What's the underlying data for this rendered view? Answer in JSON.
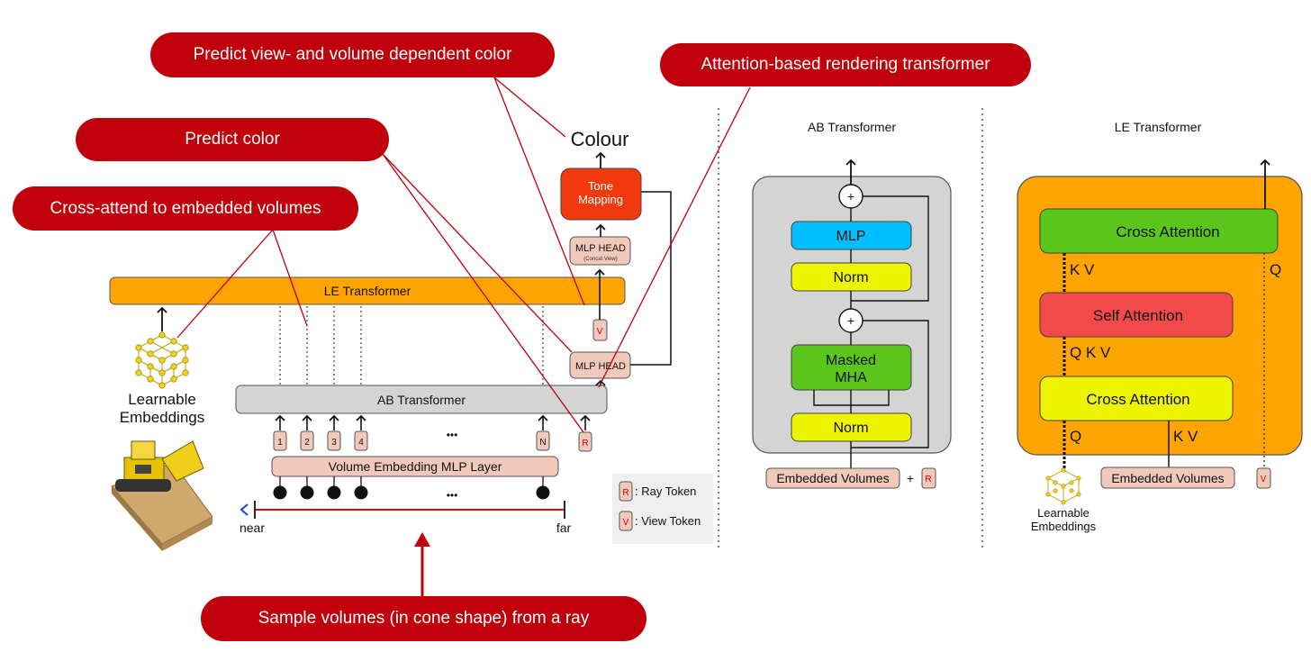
{
  "callouts": {
    "view_volume_color": "Predict view- and volume dependent color",
    "attention_rendering": "Attention-based rendering transformer",
    "predict_color": "Predict color",
    "cross_attend": "Cross-attend to embedded volumes",
    "sample_volumes": "Sample volumes (in cone shape) from a ray"
  },
  "pipeline": {
    "colour": "Colour",
    "tone_mapping": [
      "Tone",
      "Mapping"
    ],
    "mlp_head_top": "MLP HEAD",
    "mlp_head_top_sub": "(Concat View)",
    "mlp_head_bottom": "MLP HEAD",
    "le_transformer": "LE Transformer",
    "ab_transformer": "AB Transformer",
    "learnable_embeddings": [
      "Learnable",
      "Embeddings"
    ],
    "volume_embedding_layer": "Volume Embedding MLP Layer",
    "tokens": [
      "1",
      "2",
      "3",
      "4",
      "N"
    ],
    "ellipsis": "•••",
    "ray_token_letter": "R",
    "view_token_letter": "V",
    "near": "near",
    "far": "far"
  },
  "legend": {
    "ray_token": ": Ray Token",
    "view_token": ": View Token",
    "ray_letter": "R",
    "view_letter": "V"
  },
  "ab_panel": {
    "title": "AB Transformer",
    "mlp": "MLP",
    "norm_top": "Norm",
    "masked_mha": [
      "Masked",
      "MHA"
    ],
    "norm_bottom": "Norm",
    "plus": "+",
    "embedded_volumes": "Embedded Volumes",
    "ray_letter": "R"
  },
  "le_panel": {
    "title": "LE Transformer",
    "cross_attention_top": "Cross Attention",
    "self_attention": "Self Attention",
    "cross_attention_bottom": "Cross Attention",
    "kv_top": "K V",
    "q_top": "Q",
    "qkv": "Q K V",
    "q_bottom": "Q",
    "kv_bottom": "K V",
    "embedded_volumes": "Embedded Volumes",
    "view_letter": "V",
    "learnable_embeddings": [
      "Learnable",
      "Embeddings"
    ]
  },
  "colors": {
    "callout_red": "#c0000b",
    "le_orange": "#ffa400",
    "ab_gray": "#d4d4d4",
    "mlp_cyan": "#00bfff",
    "norm_yellow": "#ecf400",
    "mha_green": "#5ac51a",
    "self_attn_red": "#f24a4a",
    "tone_red": "#f03a0e",
    "token_pink": "#f1c9bb"
  }
}
